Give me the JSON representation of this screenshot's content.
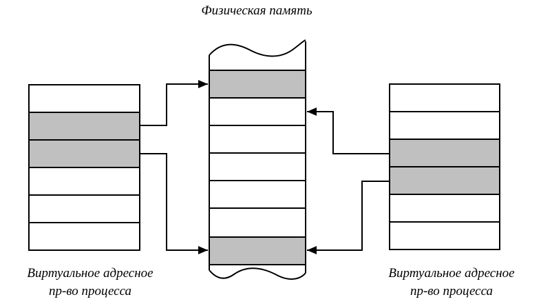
{
  "title": "Физическая память",
  "left_space": {
    "caption_line1": "Виртуальное адресное",
    "caption_line2": "пр-во процесса",
    "highlighted_rows": [
      1,
      2
    ]
  },
  "right_space": {
    "caption_line1": "Виртуальное адресное",
    "caption_line2": "пр-во процесса",
    "highlighted_rows": [
      2,
      3
    ]
  },
  "physical_memory": {
    "highlighted_rows": [
      0,
      6
    ]
  },
  "colors": {
    "highlight": "#c0c0c0",
    "line": "#000000",
    "background": "#ffffff"
  }
}
